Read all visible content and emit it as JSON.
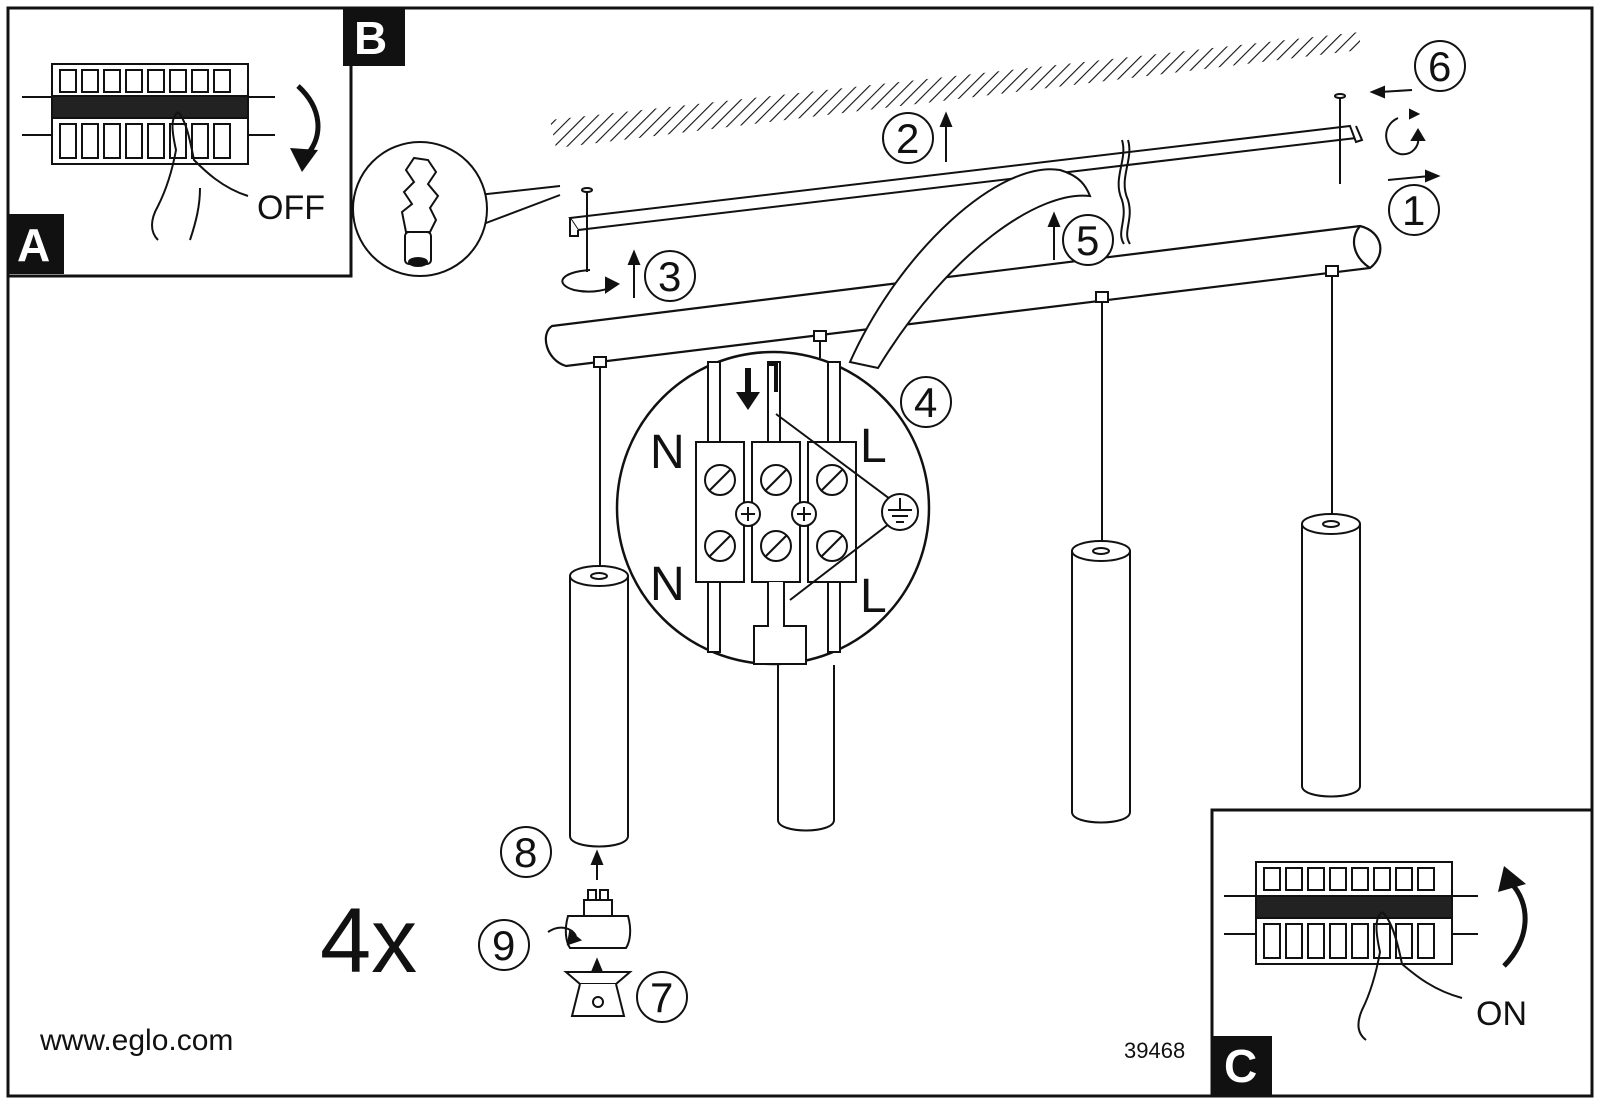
{
  "panels": {
    "a": {
      "label": "A",
      "switch_text": "OFF"
    },
    "b": {
      "label": "B"
    },
    "c": {
      "label": "C",
      "switch_text": "ON"
    }
  },
  "steps": [
    "1",
    "2",
    "3",
    "4",
    "5",
    "6",
    "7",
    "8",
    "9"
  ],
  "terminal": {
    "top_left": "N",
    "top_right": "L",
    "bottom_left": "N",
    "bottom_right": "L"
  },
  "multiplier": "4x",
  "footer": {
    "website": "www.eglo.com",
    "article_number": "39468"
  }
}
